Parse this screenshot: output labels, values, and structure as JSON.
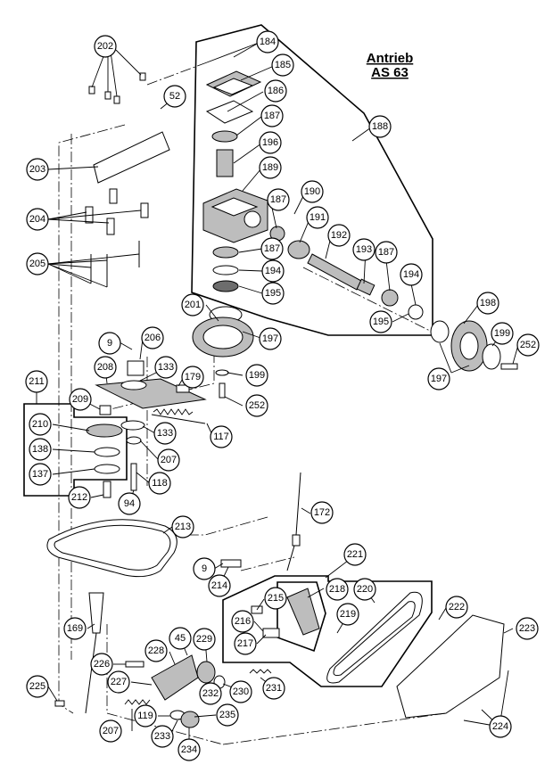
{
  "title": {
    "line1": "Antrieb",
    "line2": "AS 63"
  },
  "callouts": [
    "202",
    "184",
    "185",
    "52",
    "186",
    "187",
    "188",
    "196",
    "203",
    "189",
    "187",
    "190",
    "191",
    "204",
    "192",
    "187",
    "193",
    "187",
    "205",
    "194",
    "194",
    "195",
    "195",
    "198",
    "201",
    "197",
    "199",
    "252",
    "9",
    "206",
    "197",
    "208",
    "133",
    "179",
    "199",
    "211",
    "209",
    "252",
    "210",
    "117",
    "133",
    "138",
    "207",
    "137",
    "118",
    "212",
    "94",
    "172",
    "213",
    "9",
    "221",
    "214",
    "215",
    "218",
    "220",
    "222",
    "223",
    "216",
    "219",
    "169",
    "217",
    "228",
    "45",
    "229",
    "226",
    "227",
    "231",
    "232",
    "230",
    "225",
    "119",
    "233",
    "235",
    "207",
    "224",
    "234"
  ]
}
